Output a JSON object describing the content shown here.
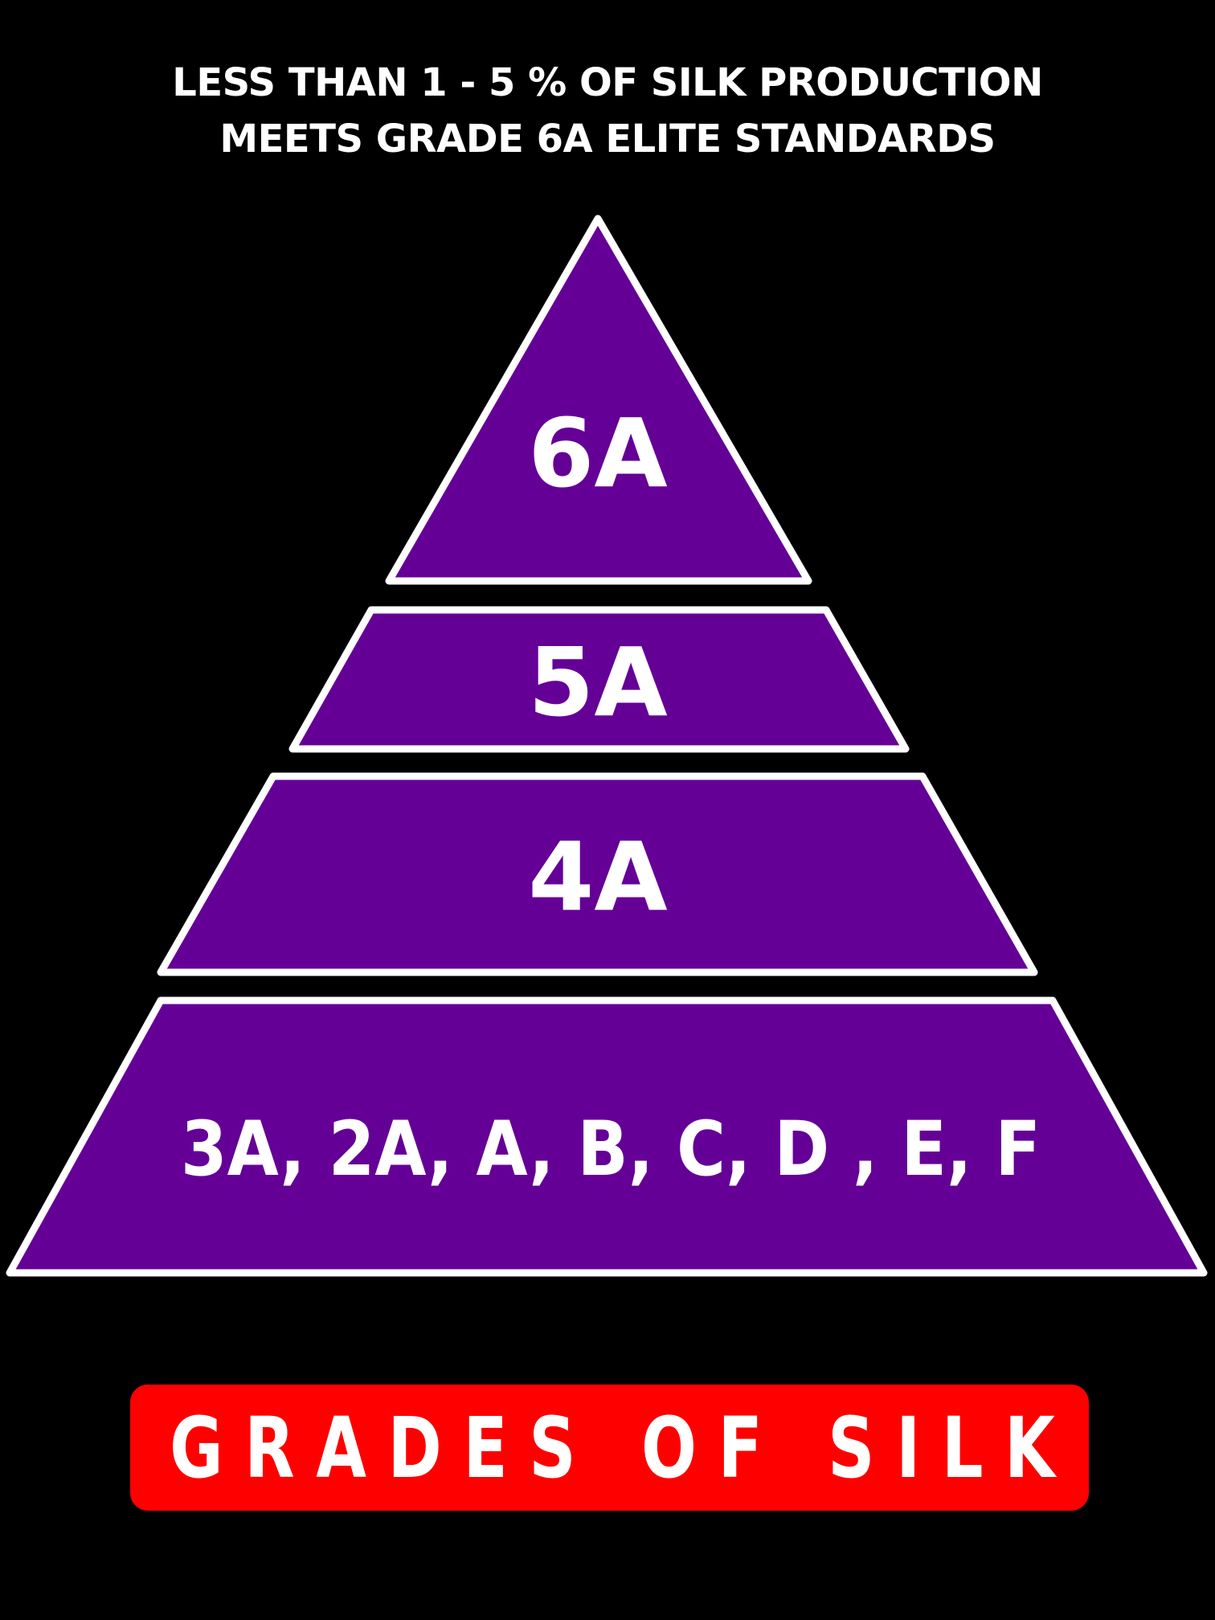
{
  "headline": {
    "line1": "LESS THAN 1 - 5 % OF SILK PRODUCTION",
    "line2": "MEETS GRADE 6A ELITE STANDARDS"
  },
  "pyramid": {
    "tiers": [
      {
        "label": "6A"
      },
      {
        "label": "5A"
      },
      {
        "label": "4A"
      },
      {
        "label": "3A, 2A, A, B, C, D , E, F"
      }
    ]
  },
  "banner": {
    "title": "GRADES OF SILK"
  },
  "colors": {
    "background": "#000000",
    "tier_fill": "#650097",
    "tier_outline": "#ffffff",
    "banner_fill": "#ff0000",
    "text": "#ffffff"
  }
}
